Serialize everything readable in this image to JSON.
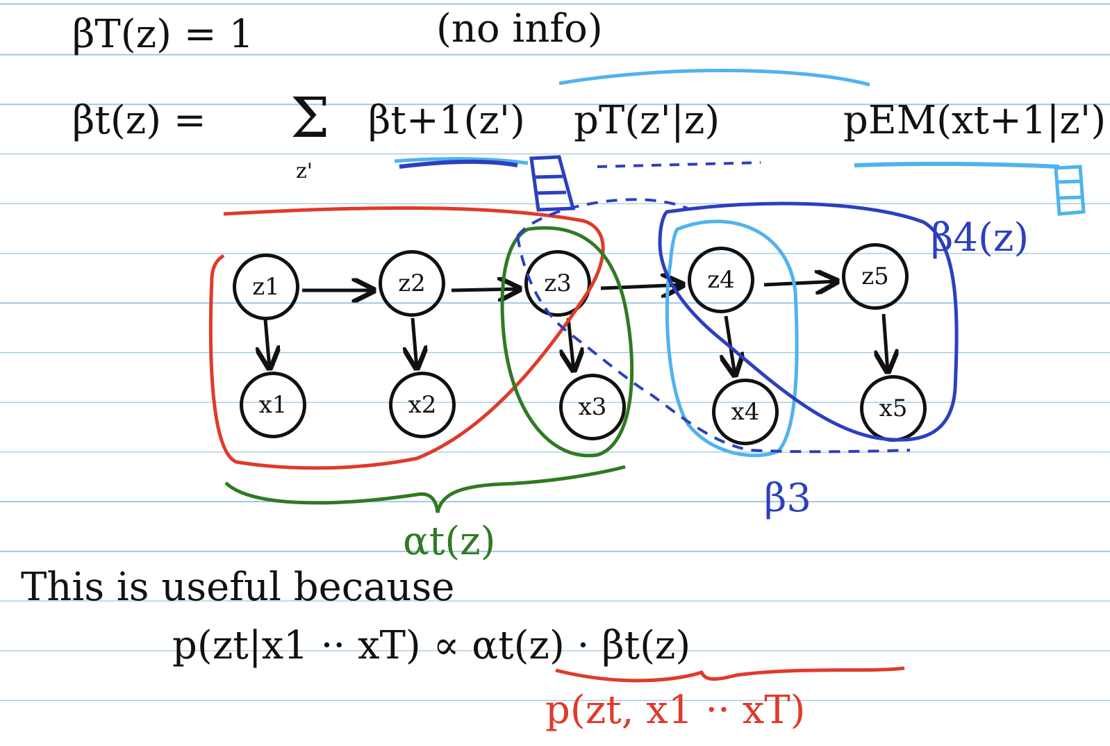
{
  "equations": {
    "base_case": "βT(z) = 1",
    "base_note": "(no info)",
    "recursion_lhs": "βt(z) =",
    "sum_symbol": "Σ",
    "sum_index": "z'",
    "term_beta": "βt+1(z')",
    "term_transition": "pT(z'|z)",
    "term_emission": "pEM(xt+1|z')"
  },
  "graph": {
    "z_nodes": [
      "z1",
      "z2",
      "z3",
      "z4",
      "z5"
    ],
    "x_nodes": [
      "x1",
      "x2",
      "x3",
      "x4",
      "x5"
    ]
  },
  "annotations": {
    "beta4": "β4(z)",
    "beta3": "β3",
    "alpha": "αt(z)"
  },
  "bottom": {
    "sentence": "This is useful because",
    "formula": "p(zt|x1 ·· xT) ∝ αt(z) · βt(z)",
    "joint": "p(zt, x1 ·· xT)"
  },
  "colors": {
    "ink": "#111111",
    "red": "#e03a2a",
    "green": "#2f7a22",
    "light_blue": "#4fb3ee",
    "dark_blue": "#2b3fbf",
    "rule_lines": "#9cc5e3"
  }
}
